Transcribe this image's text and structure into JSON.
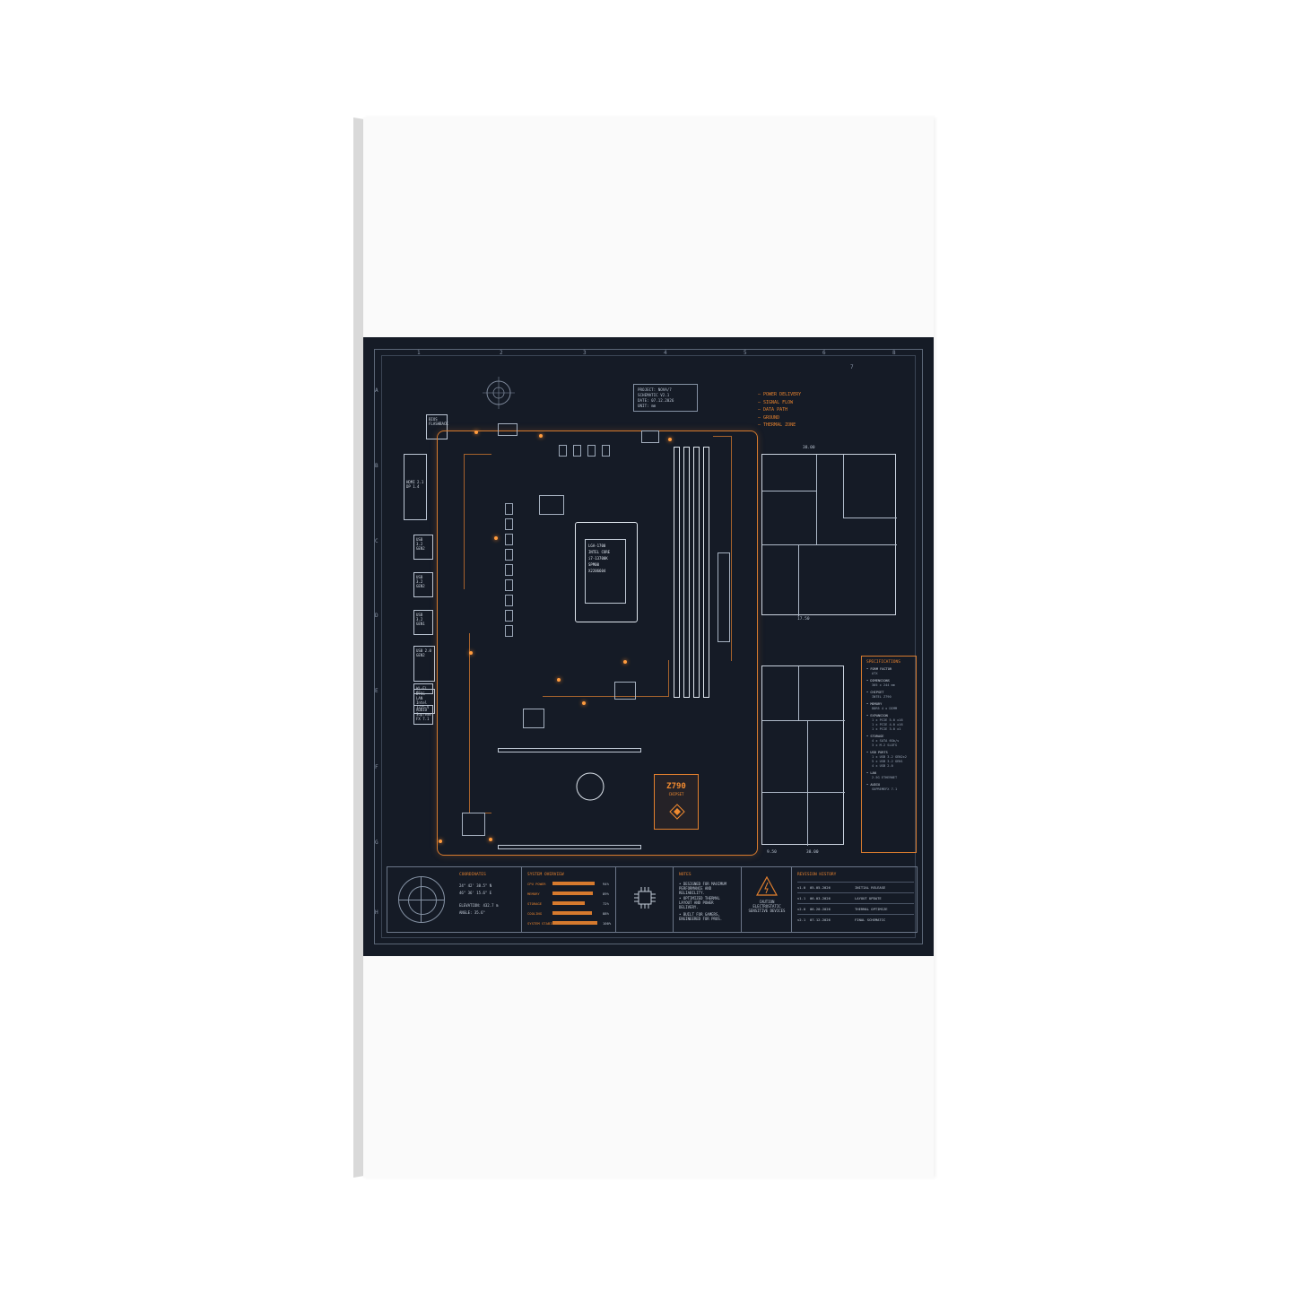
{
  "ruler": {
    "columns": [
      "1",
      "2",
      "3",
      "4",
      "5",
      "6",
      "7",
      "8"
    ],
    "rows": [
      "A",
      "B",
      "C",
      "D",
      "E",
      "F",
      "G",
      "H"
    ]
  },
  "title_block": {
    "project": "PROJECT: NOVA/7",
    "schematic": "SCHEMATIC V2.1",
    "date": "DATE: 07.12.2026",
    "unit": "UNIT: mm"
  },
  "legend": [
    "— POWER DELIVERY",
    "— SIGNAL FLOW",
    "— DATA PATH",
    "— GROUND",
    "— THERMAL ZONE"
  ],
  "board": {
    "bios": "BIOS FLASHBACK",
    "hdmi": "HDMI 2.1 DP 1.4",
    "usb1": "USB 3.2 GEN2",
    "usb2": "USB 3.2 GEN2",
    "usb3": "USB 3.2 GEN1",
    "usb4": "USB 2.0 GEN2",
    "lan": "2.5G LAN Intel I225-V",
    "wifi": "Wi-Fi 6E",
    "audio": "AUDIO Supreme FX 7.1",
    "socket_l1": "LGA-1700",
    "socket_l2": "INTEL CORE",
    "socket_l3": "i7-13700K",
    "socket_l4": "SPM00",
    "socket_l5": "X2206604",
    "chipset_name": "Z790",
    "chipset_sub": "CHIPSET"
  },
  "dims": {
    "d1": "38.00",
    "d2": "17.50",
    "d3": "9.50",
    "d4": "38.00"
  },
  "specs": {
    "title": "SPECIFICATIONS",
    "items": [
      {
        "k": "• FORM FACTOR",
        "v": "ATX"
      },
      {
        "k": "• DIMENSIONS",
        "v": "305 x 244 mm"
      },
      {
        "k": "• CHIPSET",
        "v": "INTEL Z790"
      },
      {
        "k": "• MEMORY",
        "v": "DDR5 4 x DIMM"
      },
      {
        "k": "• EXPANSION",
        "v": "1 x PCIE 5.0 x16"
      },
      {
        "k": "",
        "v": "1 x PCIE 4.0 x16"
      },
      {
        "k": "",
        "v": "1 x PCIE 3.0 x1"
      },
      {
        "k": "• STORAGE",
        "v": "4 x SATA 6Gb/s"
      },
      {
        "k": "",
        "v": "3 x M.2 SLOTS"
      },
      {
        "k": "• USB PORTS",
        "v": "1 x USB 3.2 GEN2x2"
      },
      {
        "k": "",
        "v": "5 x USB 3.2 GEN1"
      },
      {
        "k": "",
        "v": "4 x USB 2.0"
      },
      {
        "k": "• LAN",
        "v": "2.5G ETHERNET"
      },
      {
        "k": "• AUDIO",
        "v": "SUPREMEFX 7.1"
      }
    ]
  },
  "bottom": {
    "coords_title": "COORDINATES",
    "coord1": "24° 42' 38.5\" N",
    "coord2": "46° 36' 15.6\" E",
    "elevation": "ELEVATION: 432.7 m",
    "angle": "ANGLE: 35.6°",
    "overview_title": "SYSTEM OVERVIEW",
    "overview": [
      {
        "label": "CPU POWER",
        "pct": 94,
        "text": "94%"
      },
      {
        "label": "MEMORY",
        "pct": 89,
        "text": "89%"
      },
      {
        "label": "STORAGE",
        "pct": 72,
        "text": "72%"
      },
      {
        "label": "COOLING",
        "pct": 88,
        "text": "88%"
      },
      {
        "label": "SYSTEM STABILITY",
        "pct": 100,
        "text": "100%"
      }
    ],
    "notes_title": "NOTES",
    "note1": "• DESIGNED FOR MAXIMUM PERFORMANCE AND RELIABILITY.",
    "note2": "• OPTIMIZED THERMAL LAYOUT AND POWER DELIVERY.",
    "note3": "• BUILT FOR GAMERS, ENGINEERED FOR PROS.",
    "caution": "CAUTION ELECTROSTATIC SENSITIVE DEVICES",
    "rev_title": "REVISION HISTORY",
    "revisions": [
      {
        "v": "v1.0",
        "d": "05.05.2026",
        "t": "INITIAL RELEASE"
      },
      {
        "v": "v1.1",
        "d": "06.03.2026",
        "t": "LAYOUT UPDATE"
      },
      {
        "v": "v2.0",
        "d": "06.20.2026",
        "t": "THERMAL OPTIMIZE"
      },
      {
        "v": "v2.1",
        "d": "07.12.2026",
        "t": "FINAL SCHEMATIC"
      }
    ]
  },
  "colors": {
    "accent": "#e3802e",
    "background": "#151b26",
    "line": "#dfe6ee"
  }
}
